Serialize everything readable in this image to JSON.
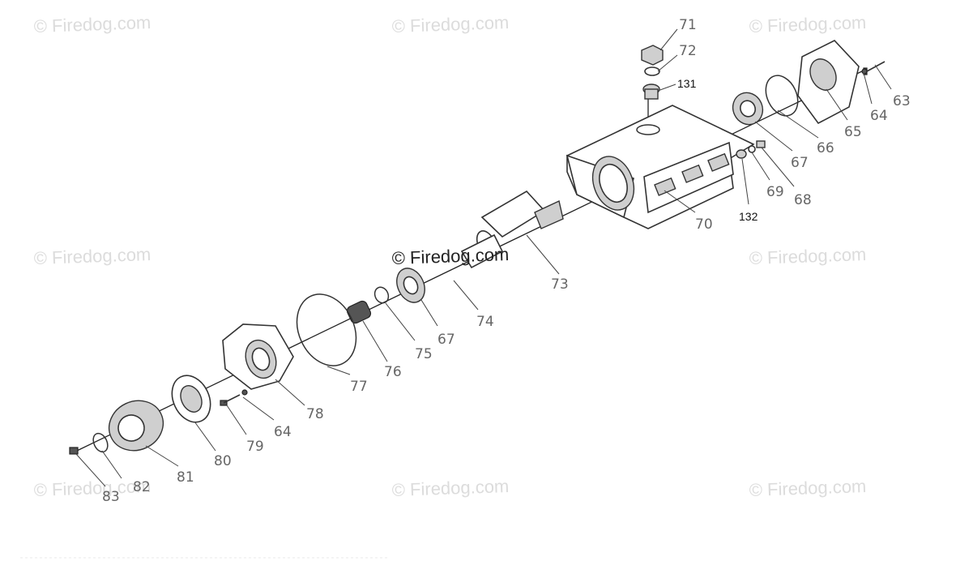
{
  "watermark": {
    "text": "© Firedog.com",
    "center_text": "© Firedog.com"
  },
  "callouts": [
    "71",
    "72",
    "131",
    "63",
    "64",
    "65",
    "66",
    "67",
    "68",
    "69",
    "132",
    "70",
    "73",
    "74",
    "67",
    "75",
    "76",
    "77",
    "78",
    "64",
    "79",
    "80",
    "81",
    "82",
    "83"
  ]
}
